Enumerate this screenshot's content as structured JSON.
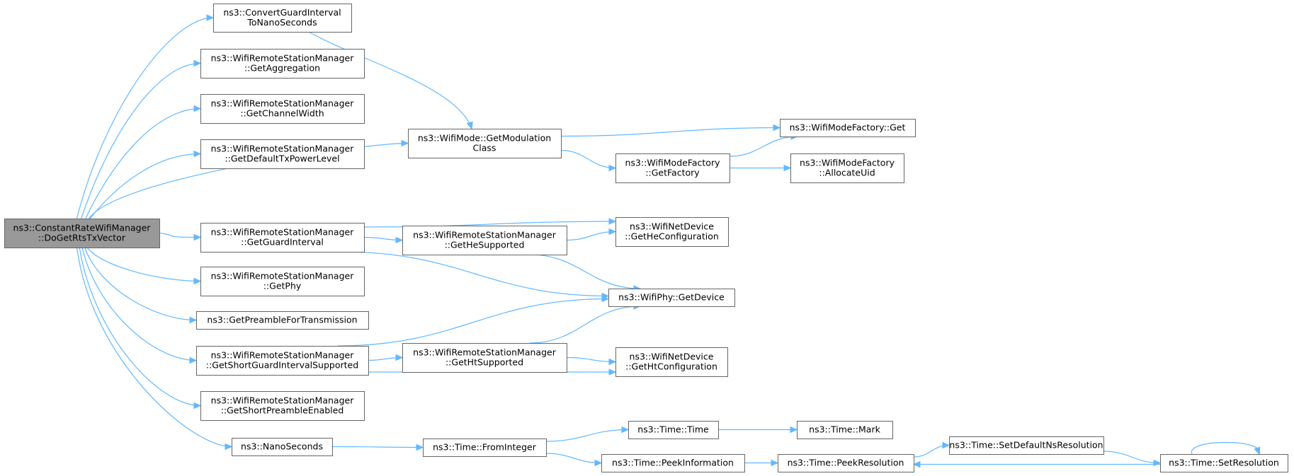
{
  "graph": {
    "colors": {
      "edge": "#63b8ff",
      "root_fill": "#999999",
      "node_fill": "#ffffff",
      "border": "#666666"
    },
    "nodes": [
      {
        "id": "root",
        "lines": [
          "ns3::ConstantRateWifiManager",
          "::DoGetRtsTxVector"
        ],
        "root": true
      },
      {
        "id": "convgi",
        "lines": [
          "ns3::ConvertGuardInterval",
          "ToNanoSeconds"
        ]
      },
      {
        "id": "getagg",
        "lines": [
          "ns3::WifiRemoteStationManager",
          "::GetAggregation"
        ]
      },
      {
        "id": "getcw",
        "lines": [
          "ns3::WifiRemoteStationManager",
          "::GetChannelWidth"
        ]
      },
      {
        "id": "getdtx",
        "lines": [
          "ns3::WifiRemoteStationManager",
          "::GetDefaultTxPowerLevel"
        ]
      },
      {
        "id": "modclass",
        "lines": [
          "ns3::WifiMode::GetModulation",
          "Class"
        ]
      },
      {
        "id": "getgi",
        "lines": [
          "ns3::WifiRemoteStationManager",
          "::GetGuardInterval"
        ]
      },
      {
        "id": "getphy",
        "lines": [
          "ns3::WifiRemoteStationManager",
          "::GetPhy"
        ]
      },
      {
        "id": "preamble",
        "lines": [
          "ns3::GetPreambleForTransmission"
        ]
      },
      {
        "id": "shortgi",
        "lines": [
          "ns3::WifiRemoteStationManager",
          "::GetShortGuardIntervalSupported"
        ]
      },
      {
        "id": "shortpre",
        "lines": [
          "ns3::WifiRemoteStationManager",
          "::GetShortPreambleEnabled"
        ]
      },
      {
        "id": "nano",
        "lines": [
          "ns3::NanoSeconds"
        ]
      },
      {
        "id": "mfget",
        "lines": [
          "ns3::WifiModeFactory::Get"
        ]
      },
      {
        "id": "mffactory",
        "lines": [
          "ns3::WifiModeFactory",
          "::GetFactory"
        ]
      },
      {
        "id": "mfalloc",
        "lines": [
          "ns3::WifiModeFactory",
          "::AllocateUid"
        ]
      },
      {
        "id": "hesup",
        "lines": [
          "ns3::WifiRemoteStationManager",
          "::GetHeSupported"
        ]
      },
      {
        "id": "hecfg",
        "lines": [
          "ns3::WifiNetDevice",
          "::GetHeConfiguration"
        ]
      },
      {
        "id": "phydev",
        "lines": [
          "ns3::WifiPhy::GetDevice"
        ]
      },
      {
        "id": "htsup",
        "lines": [
          "ns3::WifiRemoteStationManager",
          "::GetHtSupported"
        ]
      },
      {
        "id": "htcfg",
        "lines": [
          "ns3::WifiNetDevice",
          "::GetHtConfiguration"
        ]
      },
      {
        "id": "fromint",
        "lines": [
          "ns3::Time::FromInteger"
        ]
      },
      {
        "id": "timetime",
        "lines": [
          "ns3::Time::Time"
        ]
      },
      {
        "id": "timemark",
        "lines": [
          "ns3::Time::Mark"
        ]
      },
      {
        "id": "peekinfo",
        "lines": [
          "ns3::Time::PeekInformation"
        ]
      },
      {
        "id": "peekres",
        "lines": [
          "ns3::Time::PeekResolution"
        ]
      },
      {
        "id": "setdef",
        "lines": [
          "ns3::Time::SetDefaultNsResolution"
        ]
      },
      {
        "id": "setres",
        "lines": [
          "ns3::Time::SetResolution"
        ]
      }
    ],
    "edges": [
      [
        "root",
        "convgi"
      ],
      [
        "root",
        "getagg"
      ],
      [
        "root",
        "getcw"
      ],
      [
        "root",
        "getdtx"
      ],
      [
        "root",
        "modclass"
      ],
      [
        "root",
        "getgi"
      ],
      [
        "root",
        "getphy"
      ],
      [
        "root",
        "preamble"
      ],
      [
        "root",
        "shortgi"
      ],
      [
        "root",
        "shortpre"
      ],
      [
        "root",
        "nano"
      ],
      [
        "convgi",
        "modclass"
      ],
      [
        "modclass",
        "mfget"
      ],
      [
        "modclass",
        "mffactory"
      ],
      [
        "mffactory",
        "mfget"
      ],
      [
        "mffactory",
        "mfalloc"
      ],
      [
        "getgi",
        "hecfg"
      ],
      [
        "getgi",
        "hesup"
      ],
      [
        "getgi",
        "phydev"
      ],
      [
        "hesup",
        "hecfg"
      ],
      [
        "hesup",
        "phydev"
      ],
      [
        "shortgi",
        "phydev"
      ],
      [
        "shortgi",
        "htsup"
      ],
      [
        "shortgi",
        "htcfg"
      ],
      [
        "htsup",
        "phydev"
      ],
      [
        "htsup",
        "htcfg"
      ],
      [
        "nano",
        "fromint"
      ],
      [
        "fromint",
        "timetime"
      ],
      [
        "fromint",
        "peekinfo"
      ],
      [
        "timetime",
        "timemark"
      ],
      [
        "peekinfo",
        "peekres"
      ],
      [
        "peekres",
        "setdef"
      ],
      [
        "setdef",
        "setres"
      ],
      [
        "setres",
        "peekres"
      ],
      [
        "setres",
        "setres"
      ]
    ]
  }
}
